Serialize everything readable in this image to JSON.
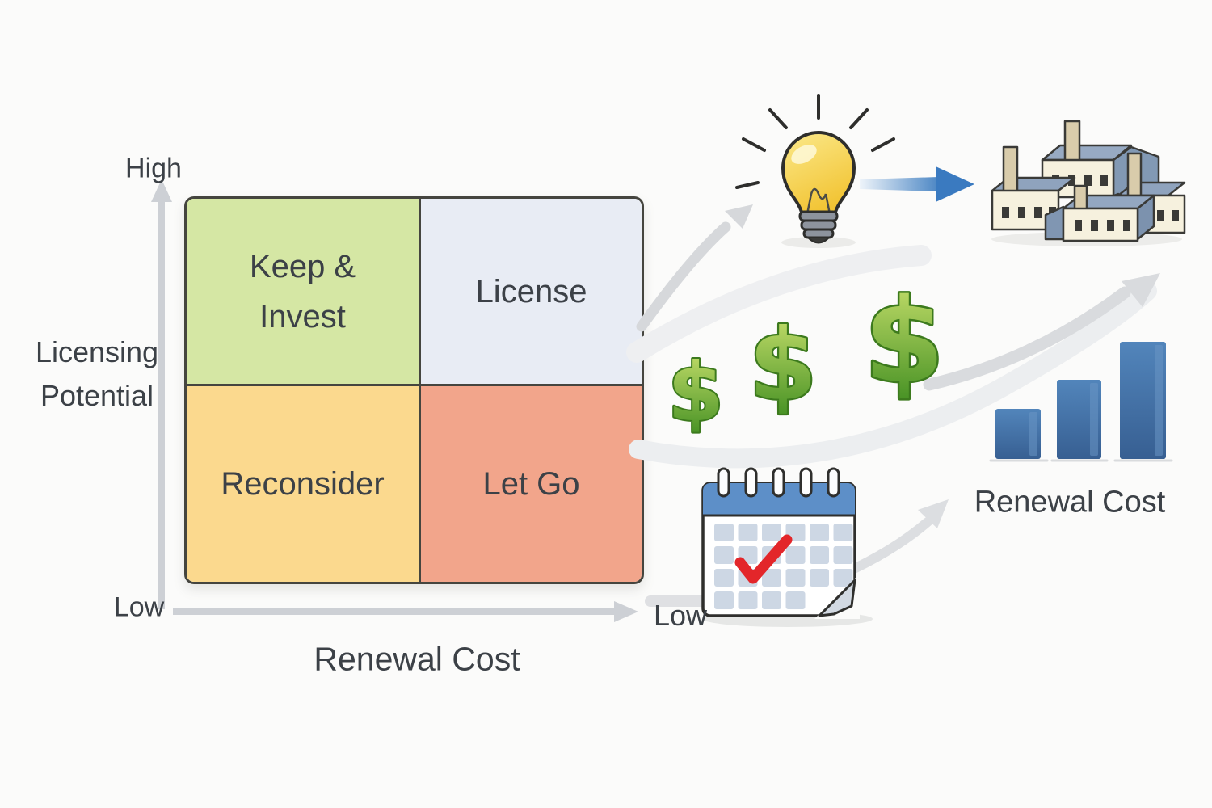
{
  "matrix": {
    "quadrants": {
      "top_left": {
        "label": "Keep & Invest",
        "color": "#d5e7a4"
      },
      "top_right": {
        "label": "License",
        "color": "#e8ecf4"
      },
      "bottom_left": {
        "label": "Reconsider",
        "color": "#fbd98e"
      },
      "bottom_right": {
        "label": "Let Go",
        "color": "#f2a58b"
      }
    },
    "y_axis": {
      "title_line1": "Licensing",
      "title_line2": "Potential",
      "top_label": "High",
      "bottom_label": "Low"
    },
    "x_axis": {
      "title": "Renewal Cost",
      "left_label": "Low"
    }
  },
  "right_side": {
    "idea_flow": {
      "icons": [
        "lightbulb-icon",
        "blue-arrow-right-icon",
        "factories-icon"
      ]
    },
    "money": {
      "symbol": "$",
      "count": 3
    },
    "bar_chart": {
      "label": "Renewal Cost",
      "bars_relative_heights": [
        62,
        98,
        145
      ]
    },
    "calendar": {
      "left_label": "Low",
      "icons": [
        "calendar-icon",
        "check-icon"
      ]
    }
  },
  "colors": {
    "axis_gray": "#cdd0d5",
    "text": "#3c4147",
    "dollar_green": "#459024",
    "bar_blue": "#3f6ea5",
    "calendar_blue": "#5d8fc8",
    "check_red": "#e3262a",
    "idea_arrow_blue": "#3a7ac0"
  }
}
